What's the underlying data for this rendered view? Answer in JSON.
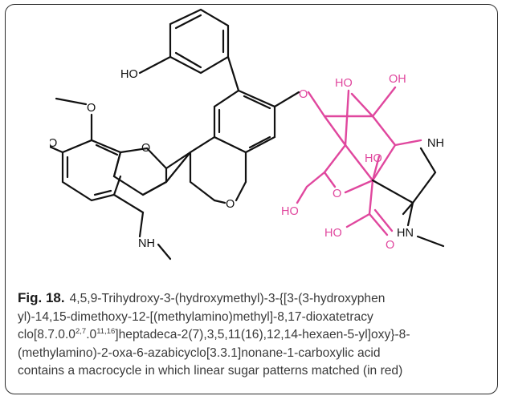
{
  "figure": {
    "atoms": {
      "ho_top": "HO",
      "ho_sugar1": "HO",
      "oh_sugar": "OH",
      "nh_ring": "NH",
      "ho_ch2": "HO",
      "ho_inner": "HO",
      "o_ring_sugar": "O",
      "o_ether": "O",
      "o_furan": "O",
      "o_pyran": "O",
      "o_methoxy1": "O",
      "o_methoxy2": "O",
      "ho_acid": "HO",
      "o_acid": "O",
      "hn_methyl": "HN",
      "nh_side": "NH"
    },
    "colors": {
      "bond": "#111111",
      "highlight": "#e0479e"
    }
  },
  "caption": {
    "label": "Fig. 18.",
    "line1": "4,5,9-Trihydroxy-3-(hydroxymethyl)-3-{[3-(3-hydroxyphen",
    "line2": "yl)-14,15-dimethoxy-12-[(methylamino)methyl]-8,17-dioxatetracy",
    "line3_a": "clo[8.7.0.0",
    "line3_s1": "2,7",
    "line3_b": ".0",
    "line3_s2": "11,16",
    "line3_c": "]heptadeca-2(7),3,5,11(16),12,14-hexaen-5-yl]oxy}-8-",
    "line4": "(methylamino)-2-oxa-6-azabicyclo[3.3.1]nonane-1-carboxylic acid",
    "line5": "contains a macrocycle in which linear sugar patterns matched (in red)"
  }
}
